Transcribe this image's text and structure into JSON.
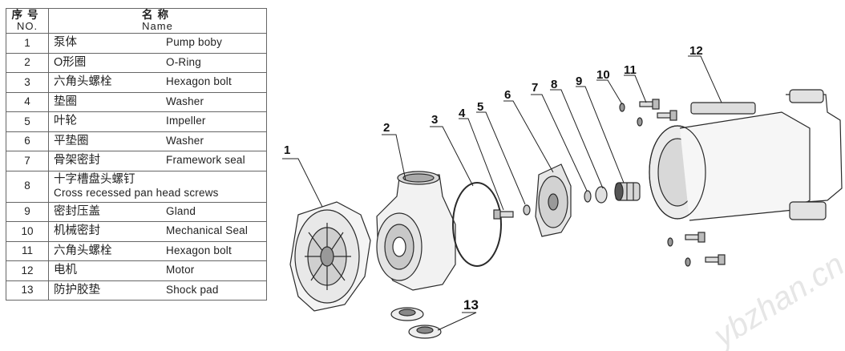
{
  "table": {
    "header": {
      "no_cn": "序号",
      "no_en": "NO.",
      "name_cn": "名称",
      "name_en": "Name"
    },
    "rows": [
      {
        "no": "1",
        "cn": "泵体",
        "en": "Pump boby"
      },
      {
        "no": "2",
        "cn": "O形圈",
        "en": "O-Ring"
      },
      {
        "no": "3",
        "cn": "六角头螺栓",
        "en": "Hexagon bolt"
      },
      {
        "no": "4",
        "cn": "垫圈",
        "en": "Washer"
      },
      {
        "no": "5",
        "cn": "叶轮",
        "en": "Impeller"
      },
      {
        "no": "6",
        "cn": "平垫圈",
        "en": "Washer"
      },
      {
        "no": "7",
        "cn": "骨架密封",
        "en": "Framework seal"
      },
      {
        "no": "8",
        "cn": "十字槽盘头螺钉",
        "en": "Cross recessed pan head screws"
      },
      {
        "no": "9",
        "cn": "密封压盖",
        "en": "Gland"
      },
      {
        "no": "10",
        "cn": "机械密封",
        "en": "Mechanical Seal"
      },
      {
        "no": "11",
        "cn": "六角头螺栓",
        "en": "Hexagon bolt"
      },
      {
        "no": "12",
        "cn": "电机",
        "en": "Motor"
      },
      {
        "no": "13",
        "cn": "防护胶垫",
        "en": "Shock pad"
      }
    ]
  },
  "diagram": {
    "labels": [
      "1",
      "2",
      "3",
      "4",
      "5",
      "6",
      "7",
      "8",
      "9",
      "10",
      "11",
      "12",
      "13"
    ],
    "watermark": "ybzhan.cn"
  }
}
